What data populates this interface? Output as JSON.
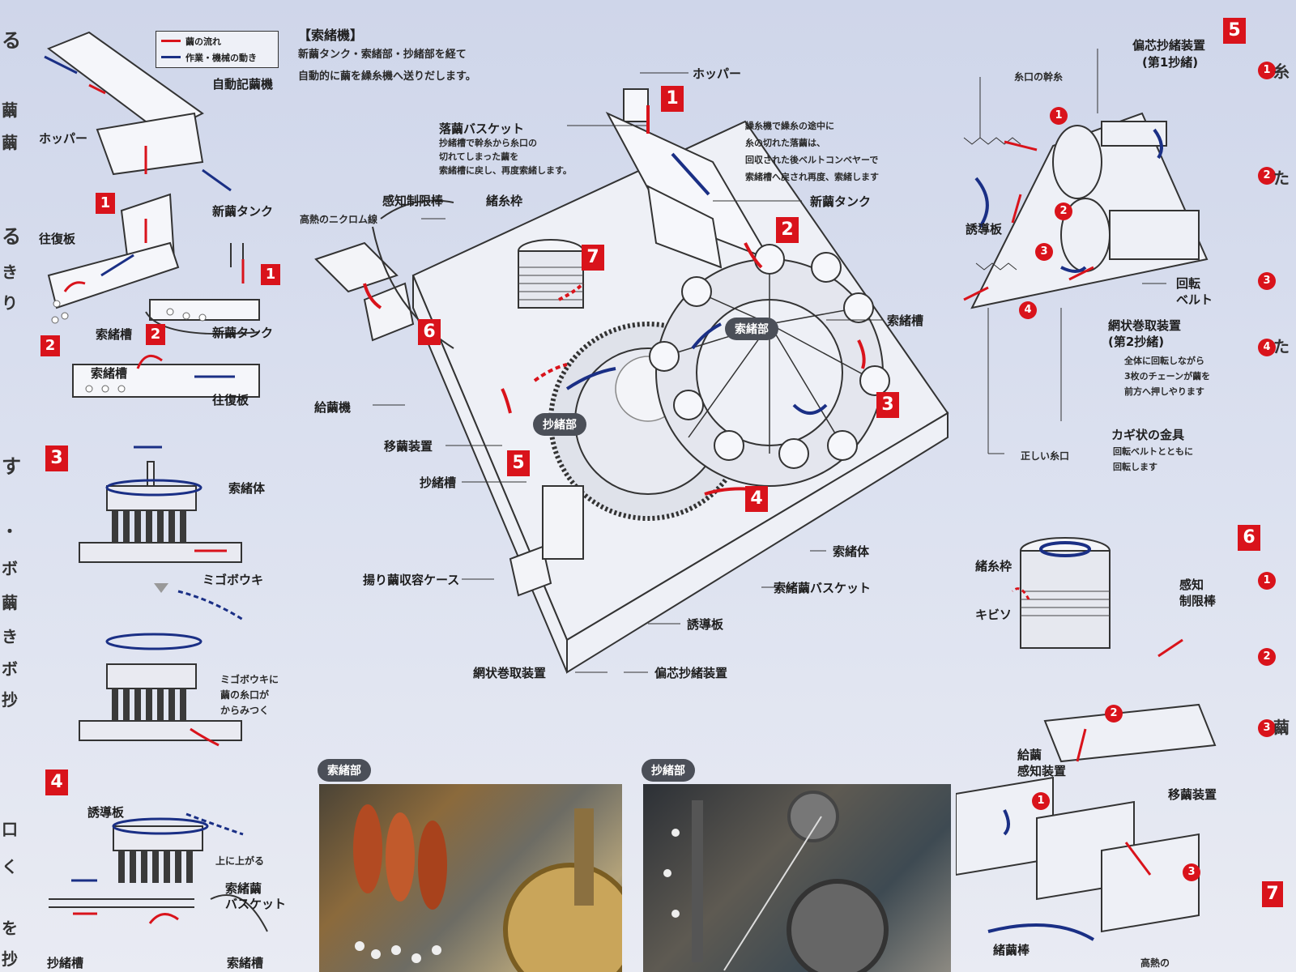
{
  "legend": {
    "red": "繭の流れ",
    "blue": "作業・機械の動き"
  },
  "title": "【索緒機】",
  "subtitle_line1": "新繭タンク・索緒部・抄緒部を経て",
  "subtitle_line2": "自動的に繭を繰糸機へ送りだします。",
  "left_top": {
    "auto": "自動記繭機",
    "hopper": "ホッパー",
    "tank": "新繭タンク",
    "ofuku": "往復板",
    "sakucho": "索緒槽",
    "tank2": "新繭タンク",
    "sakucho2": "索緒槽",
    "ofuku2": "往復板"
  },
  "left_mid": {
    "body": "索緒体",
    "migo": "ミゴボウキ",
    "note1": "ミゴボウキに",
    "note2": "繭の糸口が",
    "note3": "からみつく"
  },
  "left_bot": {
    "yudo": "誘導板",
    "agaru": "上に上がる",
    "basket1": "索緒繭",
    "basket2": "バスケット",
    "shocho": "抄緒槽",
    "sakucho": "索緒槽"
  },
  "center": {
    "hopper": "ホッパー",
    "rakken": "落繭バスケット",
    "rakken_note1": "抄緒槽で幹糸から糸口の",
    "rakken_note2": "切れてしまった繭を",
    "rakken_note3": "索緒槽に戻し、再度索緒します。",
    "note1": "繰糸機で繰糸の途中に",
    "note2": "糸の切れた落繭は、",
    "note3": "回収された後ベルトコンベヤーで",
    "note4": "索緒槽へ戻され再度、索緒します",
    "tank": "新繭タンク",
    "kanchi": "感知制限棒",
    "chowaku": "緒糸枠",
    "nichrome": "高熱のニクロム線",
    "sakucho_bu": "索緒部",
    "sakucho_so": "索緒槽",
    "kyuken": "給繭機",
    "iken": "移繭装置",
    "shocho_bu": "抄緒部",
    "shocho_so": "抄緒槽",
    "agari": "揚り繭収容ケース",
    "sakutai": "索緒体",
    "basket": "索緒繭バスケット",
    "yudo": "誘導板",
    "amijo": "網状巻取装置",
    "henshin": "偏芯抄緒装置"
  },
  "right_top": {
    "henshin1": "偏芯抄緒装置",
    "henshin2": "(第1抄緒)",
    "itoguchi": "糸口の幹糸",
    "yudo": "誘導板",
    "belt1": "回転",
    "belt2": "ベルト",
    "ami1": "網状巻取装置",
    "ami2": "(第2抄緒)",
    "ami_note1": "全体に回転しながら",
    "ami_note2": "3枚のチェーンが繭を",
    "ami_note3": "前方へ押しやります",
    "kagi": "カギ状の金具",
    "kagi_note1": "回転ベルトとともに",
    "kagi_note2": "回転します",
    "tadashii": "正しい糸口"
  },
  "right_bot": {
    "chowaku": "緒糸枠",
    "kibiso": "キビソ",
    "kanchi1": "感知",
    "kanchi2": "制限棒",
    "kyuken1": "給繭",
    "kyuken2": "感知装置",
    "iken": "移繭装置",
    "chokenbo": "緒繭棒",
    "konetsu": "高熱の"
  },
  "photos": {
    "p1": "索緒部",
    "p2": "抄緒部"
  },
  "badges": {
    "b1": "1",
    "b2": "2",
    "b3": "3",
    "b4": "4",
    "b5": "5",
    "b6": "6",
    "b7": "7"
  },
  "edge_left": [
    "る",
    "繭",
    "繭",
    "る",
    "き",
    "り",
    "す",
    "・",
    "ボ",
    "繭",
    "き",
    "ボ",
    "抄",
    "口",
    "く",
    "を",
    "抄"
  ],
  "edge_right": [
    "糸",
    "た",
    "た",
    "繭"
  ]
}
